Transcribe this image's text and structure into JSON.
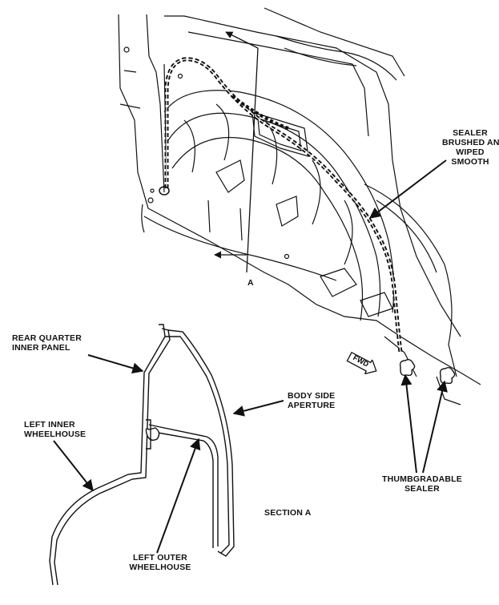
{
  "labels": {
    "sealer_brushed": [
      "SEALER",
      "BRUSHED AND",
      "WIPED",
      "SMOOTH"
    ],
    "section_marker": "A",
    "fwd": "FWD",
    "thumbgradable": [
      "THUMBGRADABLE",
      "SEALER"
    ],
    "rear_quarter": [
      "REAR QUARTER",
      "INNER PANEL"
    ],
    "body_side": [
      "BODY SIDE",
      "APERTURE"
    ],
    "left_inner": [
      "LEFT INNER",
      "WHEELHOUSE"
    ],
    "section_title": "SECTION A",
    "left_outer": [
      "LEFT OUTER",
      "WHEELHOUSE"
    ]
  },
  "colors": {
    "line": "#111111",
    "background": "#ffffff"
  }
}
